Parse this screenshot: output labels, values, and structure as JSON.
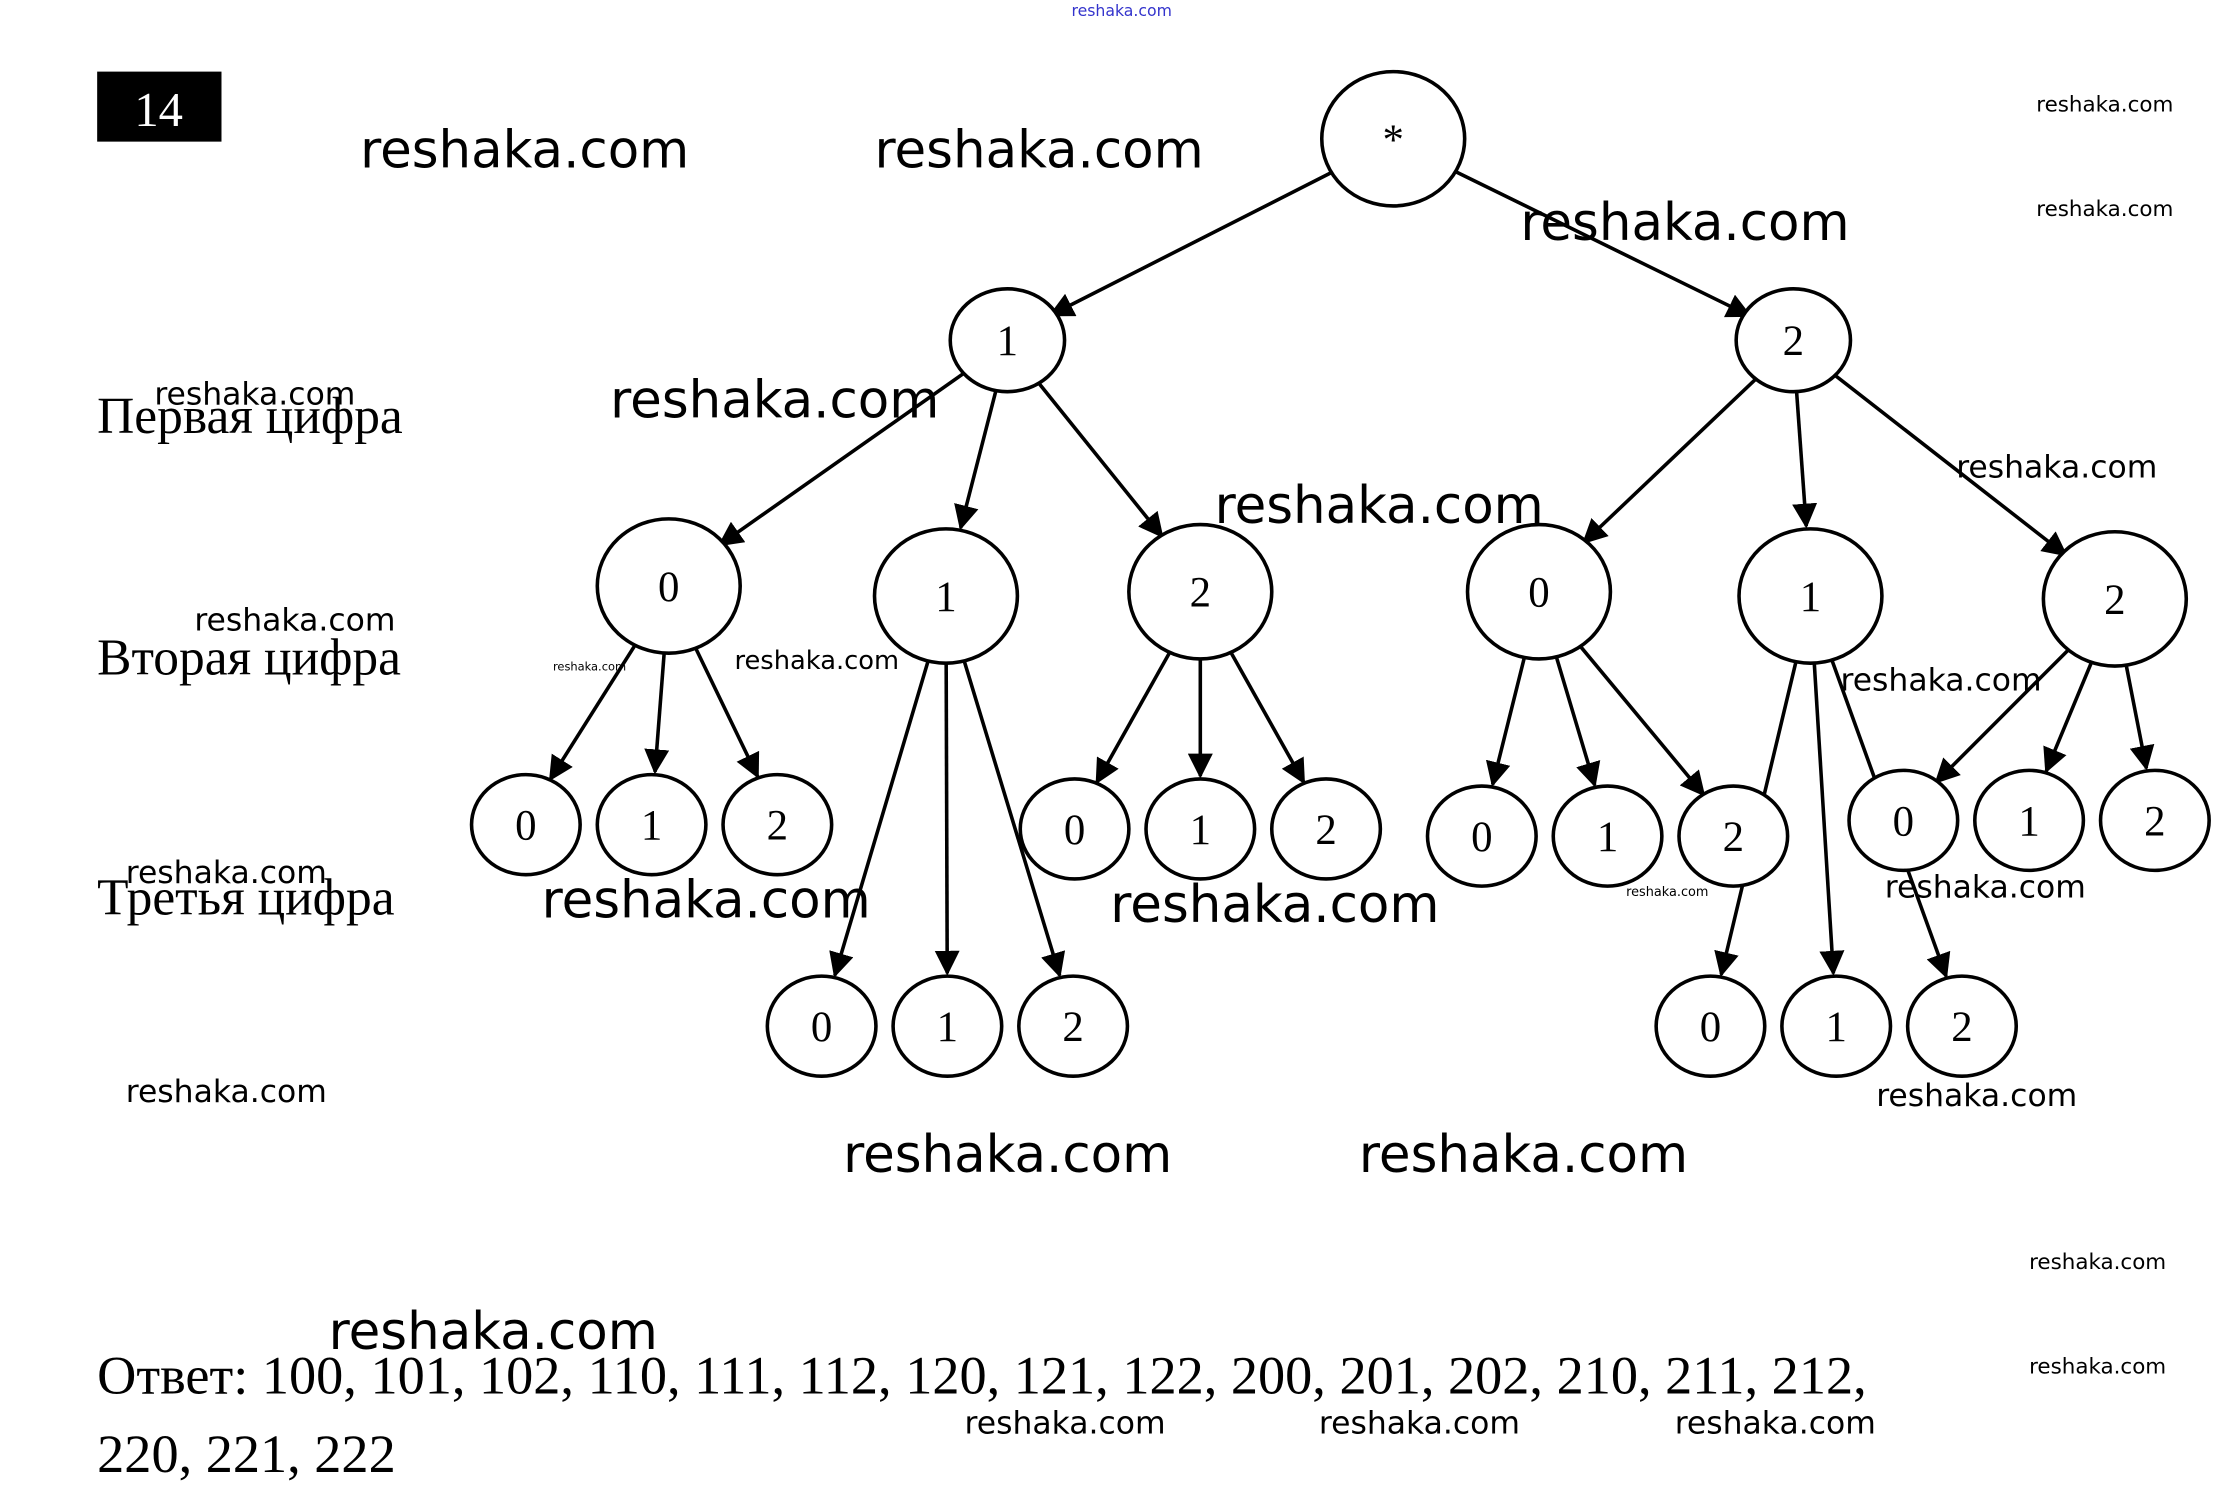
{
  "task_number": "14",
  "level_labels": [
    "Первая цифра",
    "Вторая цифра",
    "Третья цифра"
  ],
  "tree": {
    "root": "*",
    "first_digits": [
      "1",
      "2"
    ],
    "second_digits": [
      "0",
      "1",
      "2"
    ],
    "third_digits": [
      "0",
      "1",
      "2"
    ]
  },
  "answer_label": "Ответ:",
  "answer_line1": "100, 101, 102, 110, 111, 112, 120, 121, 122, 200, 201, 202, 210, 211, 212,",
  "answer_line2": "220, 221, 222",
  "watermark": "reshaka.com",
  "colors": {
    "line": "#000000",
    "watermark_top": "#3333cc"
  }
}
